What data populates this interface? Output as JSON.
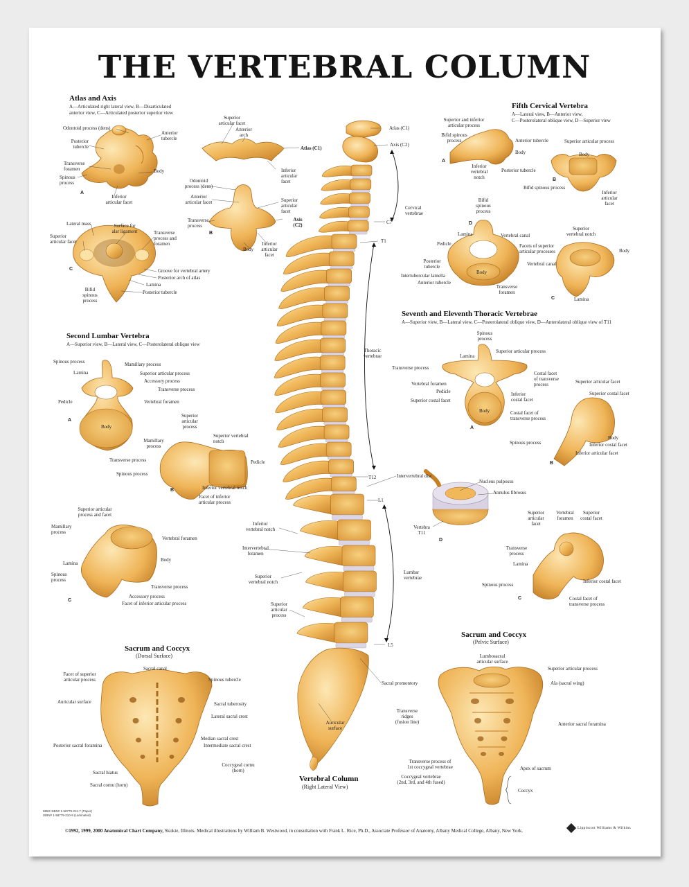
{
  "title": "THE VERTEBRAL COLUMN",
  "colors": {
    "bone": "#f0b85a",
    "bone_dark": "#c77f26",
    "bone_light": "#fde2a6",
    "disc": "#dcd6e4",
    "leader": "#333333"
  },
  "atlas_axis": {
    "heading": "Atlas and Axis",
    "subtitle": [
      "A—Articulated right lateral view, B—Disarticulated",
      "anterior view, C—Articulated posterior superior view"
    ],
    "labels": {
      "odontoid": "Odontoid process (dens)",
      "anterior_tubercle": [
        "Anterior",
        "tubercle"
      ],
      "posterior_tubercle": [
        "Posterior",
        "tubercle"
      ],
      "transverse_foramen": [
        "Transverse",
        "foramen"
      ],
      "spinous_process": [
        "Spinous",
        "process"
      ],
      "body": "Body",
      "inferior_articular_facet": [
        "Inferior",
        "articular facet"
      ],
      "superior_articular_facet_b": [
        "Superior",
        "articular facet"
      ],
      "anterior_arch": [
        "Anterior",
        "arch"
      ],
      "atlas_c1": "Atlas (C1)",
      "inferior_articular_facet_b": [
        "Inferior",
        "articular",
        "facet"
      ],
      "odontoid_b": [
        "Odontoid",
        "process (dens)"
      ],
      "anterior_articular_facet": [
        "Anterior",
        "articular facet"
      ],
      "superior_articular_facet_b2": [
        "Superior",
        "articular",
        "facet"
      ],
      "transverse_process_b": [
        "Transverse",
        "process"
      ],
      "axis_c2": [
        "Axis",
        "(C2)"
      ],
      "body_b": "Body",
      "inferior_articular_facet_b2": [
        "Inferior",
        "articular",
        "facet"
      ],
      "lateral_mass": "Lateral mass",
      "surface_alar": [
        "Surface for",
        "alar ligament"
      ],
      "transverse_process_foramen": [
        "Transverse",
        "process and",
        "foramen"
      ],
      "superior_articular_facet_c": [
        "Superior",
        "articular facet"
      ],
      "groove_artery": "Groove for vertebral artery",
      "posterior_arch": "Posterior arch of atlas",
      "lamina": "Lamina",
      "posterior_tubercle_c": "Posterior tubercle",
      "bifid_spinous": [
        "Bifid",
        "spinous",
        "process"
      ]
    }
  },
  "fifth_cervical": {
    "heading": "Fifth Cervical Vertebra",
    "subtitle": [
      "A—Lateral view, B—Anterior view,",
      "C—Posterolateral oblique view, D—Superior view"
    ],
    "labels": {
      "sup_inf_articular": [
        "Superior and inferior",
        "articular process"
      ],
      "bifid_spinous": [
        "Bifid spinous",
        "process"
      ],
      "anterior_tubercle": "Anterior tubercle",
      "body": "Body",
      "inferior_vertebral_notch": [
        "Inferior",
        "vertebral",
        "notch"
      ],
      "posterior_tubercle": "Posterior tubercle",
      "superior_articular_process": "Superior articular process",
      "body_b": "Body",
      "bifid_spinous_b": "Bifid spinous process",
      "inferior_articular_facet": [
        "Inferior",
        "articular",
        "facet"
      ],
      "bifid_spinous_d": [
        "Bifid",
        "spinous",
        "process"
      ],
      "lamina": "Lamina",
      "vertebral_canal": "Vertebral canal",
      "pedicle": "Pedicle",
      "facets_superior": [
        "Facets of superior",
        "articular processes"
      ],
      "posterior_tubercle_d": [
        "Posterior",
        "tubercle"
      ],
      "intertubercular": "Intertubercular lamella",
      "anterior_tubercle_d": "Anterior tubercle",
      "body_d": "Body",
      "transverse_foramen": [
        "Transverse",
        "foramen"
      ],
      "superior_vertebral_notch": [
        "Superior",
        "vertebral notch"
      ],
      "body_c": "Body",
      "vertebral_canal_c": "Vertebral canal",
      "lamina_c": "Lamina"
    }
  },
  "thoracic": {
    "heading": "Seventh and Eleventh Thoracic Vertebrae",
    "subtitle": "A—Superior view, B—Lateral view, C—Posterolateral oblique view, D—Anterolateral oblique view of T11",
    "labels": {
      "spinous_process": [
        "Spinous",
        "process"
      ],
      "lamina": "Lamina",
      "superior_articular_process": "Superior articular process",
      "transverse_process": "Transverse process",
      "costal_facet_transverse": [
        "Costal facet",
        "of transverse",
        "process"
      ],
      "vertebral_foramen": "Vertebral foramen",
      "pedicle": "Pedicle",
      "inferior_costal_facet": [
        "Inferior",
        "costal facet"
      ],
      "superior_costal_facet": "Superior costal facet",
      "body": "Body",
      "superior_articular_facet_b": "Superior articular facet",
      "superior_costal_facet_b": "Superior costal facet",
      "costal_facet_transverse_b": [
        "Costal facet of",
        "transverse process"
      ],
      "spinous_process_b": "Spinous process",
      "body_b": "Body",
      "inferior_costal_facet_b": "Inferior costal facet",
      "inferior_articular_facet_b": "Inferior articular facet",
      "intervertebral_disc": "Intervertebral disc",
      "nucleus_pulposus": "Nucleus pulposus",
      "annulus_fibrosus": "Annulus fibrosus",
      "vertebra_t11": [
        "Vertebra",
        "T11"
      ],
      "superior_articular_facet_c": [
        "Superior",
        "articular",
        "facet"
      ],
      "vertebral_foramen_c": [
        "Vertebral",
        "foramen"
      ],
      "superior_costal_facet_c": [
        "Superior",
        "costal facet"
      ],
      "transverse_process_c": [
        "Transverse",
        "process"
      ],
      "lamina_c": "Lamina",
      "inferior_costal_facet_c": "Inferior costal facet",
      "spinous_process_c": "Spinous process",
      "costal_facet_transverse_c": [
        "Costal facet of",
        "transverse process"
      ]
    }
  },
  "lumbar": {
    "heading": "Second Lumbar Vertebra",
    "subtitle": "A—Superior view, B—Lateral view, C—Posterolateral oblique view",
    "labels": {
      "spinous_process": "Spinous process",
      "mamillary_process": "Mamillary process",
      "lamina": "Lamina",
      "superior_articular_process": "Superior articular process",
      "accessory_process": "Accessory process",
      "transverse_process": "Transverse process",
      "pedicle": "Pedicle",
      "vertebral_foramen": "Vertebral foramen",
      "body": "Body",
      "superior_articular_process_b": [
        "Superior",
        "articular",
        "process"
      ],
      "mamillary_process_b": [
        "Mamillary",
        "process"
      ],
      "superior_vertebral_notch": [
        "Superior vertebral",
        "notch"
      ],
      "transverse_process_b": "Transverse process",
      "pedicle_b": "Pedicle",
      "spinous_process_b": "Spinous process",
      "inferior_vertebral_notch": "Inferior vertebral notch",
      "facet_inferior": [
        "Facet of inferior",
        "articular process"
      ],
      "sup_articular_facet_c": [
        "Superior articular",
        "process and facet"
      ],
      "mamillary_process_c": [
        "Mamillary",
        "process"
      ],
      "vertebral_foramen_c": "Vertebral foramen",
      "body_c": "Body",
      "lamina_c": "Lamina",
      "spinous_process_c": [
        "Spinous",
        "process"
      ],
      "transverse_process_c": "Transverse process",
      "accessory_process_c": "Accessory process",
      "facet_inferior_c": "Facet of inferior articular process"
    }
  },
  "column": {
    "caption": "Vertebral Column",
    "caption_sub": "(Right Lateral View)",
    "labels": {
      "atlas": "Atlas (C1)",
      "axis": "Axis (C2)",
      "cervical": [
        "Cervical",
        "vertebrae"
      ],
      "c7": "C7",
      "t1": "T1",
      "thoracic": [
        "Thoracic",
        "vertebrae"
      ],
      "t12": "T12",
      "l1": "L1",
      "lumbar": [
        "Lumbar",
        "vertebrae"
      ],
      "l5": "L5",
      "inferior_notch": [
        "Inferior",
        "vertebral notch"
      ],
      "intervertebral_foramen": [
        "Intervertebral",
        "foramen"
      ],
      "superior_notch": [
        "Superior",
        "vertebral notch"
      ],
      "superior_articular": [
        "Superior",
        "articular",
        "process"
      ],
      "sacral_promontory": "Sacral promontory",
      "auricular_surface": [
        "Auricular",
        "surface"
      ]
    }
  },
  "sacrum_dorsal": {
    "heading": "Sacrum and Coccyx",
    "subtitle": "(Dorsal Surface)",
    "labels": {
      "sacral_canal": "Sacral canal",
      "facet_superior": [
        "Facet of superior",
        "articular process"
      ],
      "spinous_tubercle": "Spinous tubercle",
      "auricular_surface": "Auricular surface",
      "sacral_tuberosity": "Sacral tuberosity",
      "lateral_sacral_crest": "Lateral sacral crest",
      "median_sacral_crest": "Median sacral crest",
      "posterior_sacral_foramina": "Posterior sacral foramina",
      "intermediate_sacral_crest": "Intermediate sacral crest",
      "coccygeal_cornu": [
        "Coccygeal cornu",
        "(horn)"
      ],
      "sacral_hiatus": "Sacral hiatus",
      "sacral_cornu": "Sacral cornu (horn)"
    }
  },
  "sacrum_pelvic": {
    "heading": "Sacrum and Coccyx",
    "subtitle": "(Pelvic Surface)",
    "labels": {
      "lumbosacral": [
        "Lumbosacral",
        "articular surface"
      ],
      "superior_articular_process": "Superior articular process",
      "ala": "Ala (sacral wing)",
      "transverse_ridges": [
        "Transverse",
        "ridges",
        "(fusion line)"
      ],
      "anterior_sacral_foramina": "Anterior sacral foramina",
      "transverse_process_coccygeal": [
        "Transverse process of",
        "1st coccygeal vertebrae"
      ],
      "apex": "Apex of sacrum",
      "coccygeal_vertebrae": [
        "Coccygeal vertebrae",
        "(2nd, 3rd, and 4th fused)"
      ],
      "coccyx": "Coccyx"
    }
  },
  "letters": {
    "a": "A",
    "b": "B",
    "c": "C",
    "d": "D"
  },
  "footer": {
    "isbn": [
      "9850   ISBN# 1-58779-211-7 (Paper)",
      "ISBN# 1-58779-210-9 (Laminated)"
    ],
    "copyright_bold": "©1992, 1999, 2000 Anatomical Chart Company,",
    "copyright": "Skokie, Illinois. Medical illustrations by William B. Westwood, in consultation with Frank L. Rice, Ph.D., Associate Professor of Anatomy, Albany Medical College, Albany, New York.",
    "publisher": "Lippincott Williams & Wilkins"
  }
}
